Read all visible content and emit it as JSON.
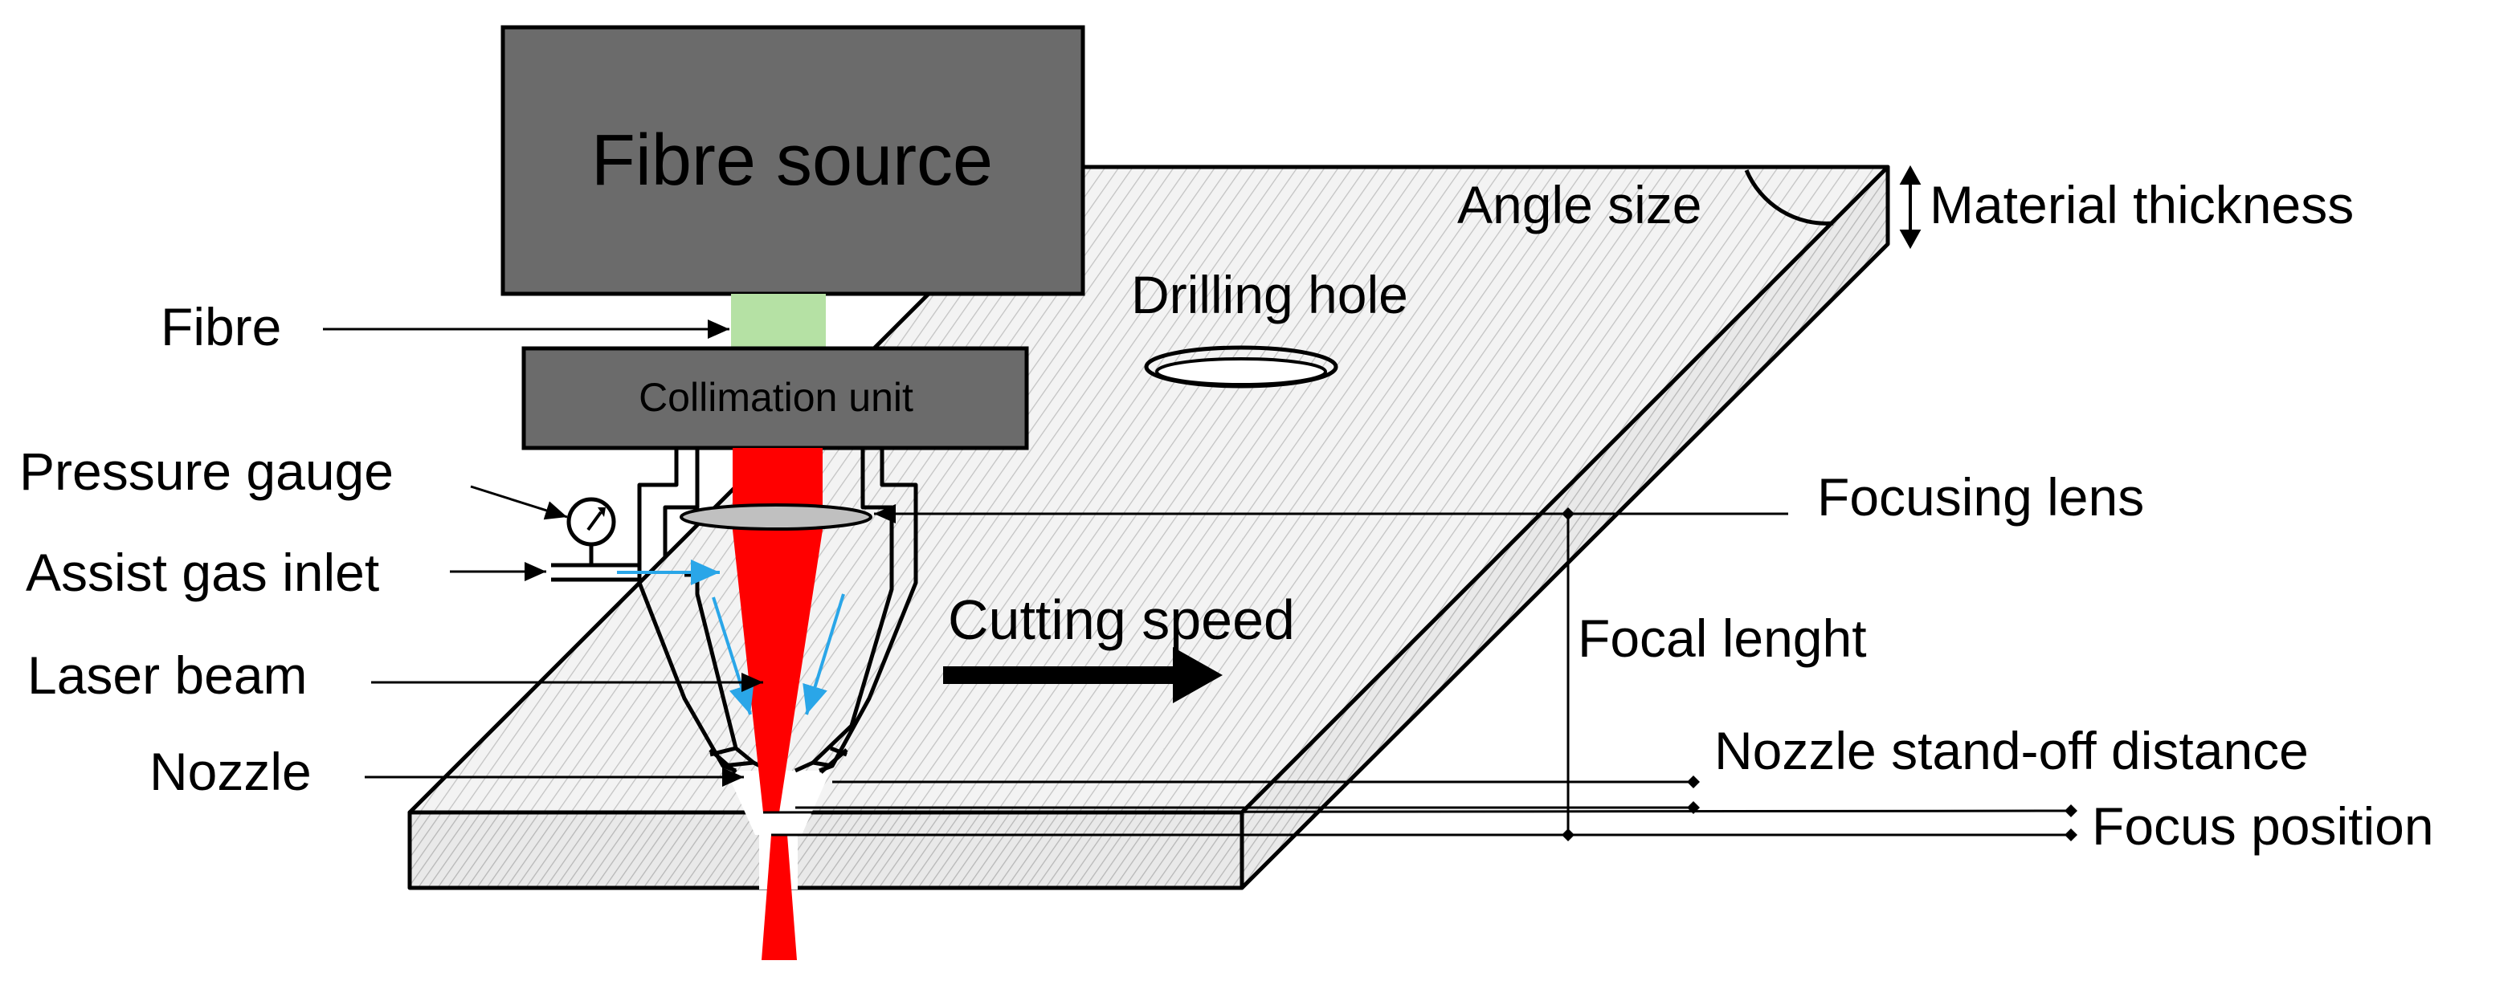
{
  "labels": {
    "fibre_source": "Fibre source",
    "fibre": "Fibre",
    "collimation_unit": "Collimation unit",
    "pressure_gauge": "Pressure gauge",
    "assist_gas_inlet": "Assist gas inlet",
    "laser_beam": "Laser beam",
    "nozzle": "Nozzle",
    "angle_size": "Angle size",
    "material_thickness": "Material thickness",
    "drilling_hole": "Drilling hole",
    "focusing_lens": "Focusing lens",
    "cutting_speed": "Cutting speed",
    "focal_lenght": "Focal lenght",
    "nozzle_stand_off_distance": "Nozzle stand-off distance",
    "focus_position": "Focus position"
  },
  "colors": {
    "box_fill": "#6b6b6b",
    "fibre_green": "#b5e1a4",
    "laser_red": "#ff0000",
    "gas_flow_blue": "#2aa6e8",
    "lens_gray": "#c0c0c0",
    "hatch_line": "#bdbdbd",
    "plate_base": "#f1f1f1"
  }
}
